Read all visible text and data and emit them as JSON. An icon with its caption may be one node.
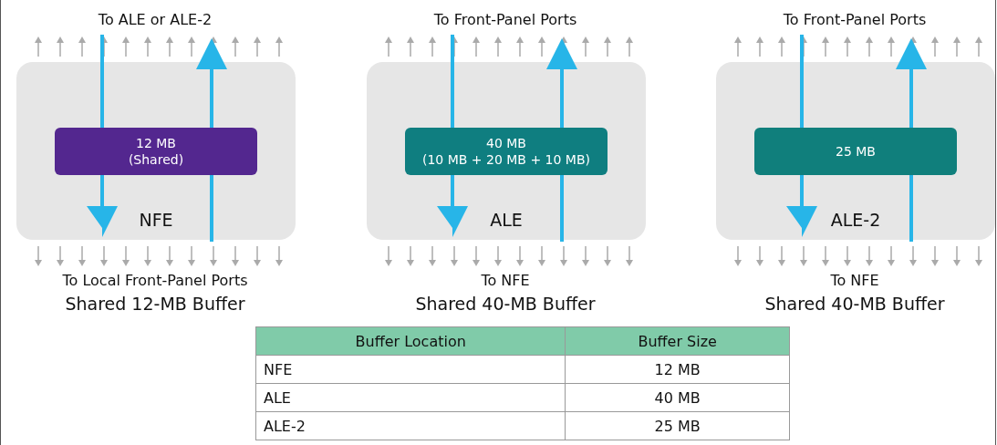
{
  "diagram": {
    "nodes": [
      {
        "text": [
          "NFE"
        ]
      },
      {
        "text": [
          "12 MB",
          "(Shared)"
        ],
        "in": 0
      },
      {
        "text": [
          "ALE"
        ]
      },
      {
        "text": [
          "40 MB",
          "(10 MB + 20 MB + 10 MB)"
        ],
        "in": 2
      },
      {
        "text": [
          "ALE-2"
        ]
      },
      {
        "text": [
          "25 MB"
        ],
        "in": 4
      }
    ],
    "edges": [],
    "labels": [
      "To  ALE or ALE-2",
      "To Front-Panel Ports",
      "To Front-Panel Ports",
      "To Local Front-Panel Ports",
      "Shared 12-MB Buffer",
      "To NFE",
      "Shared 40-MB Buffer",
      "To NFE",
      "Shared 40-MB Buffer",
      "Buffer Location",
      "Buffer Size",
      "NFE",
      "12 MB",
      "ALE",
      "40 MB",
      "ALE-2",
      "25 MB"
    ]
  }
}
